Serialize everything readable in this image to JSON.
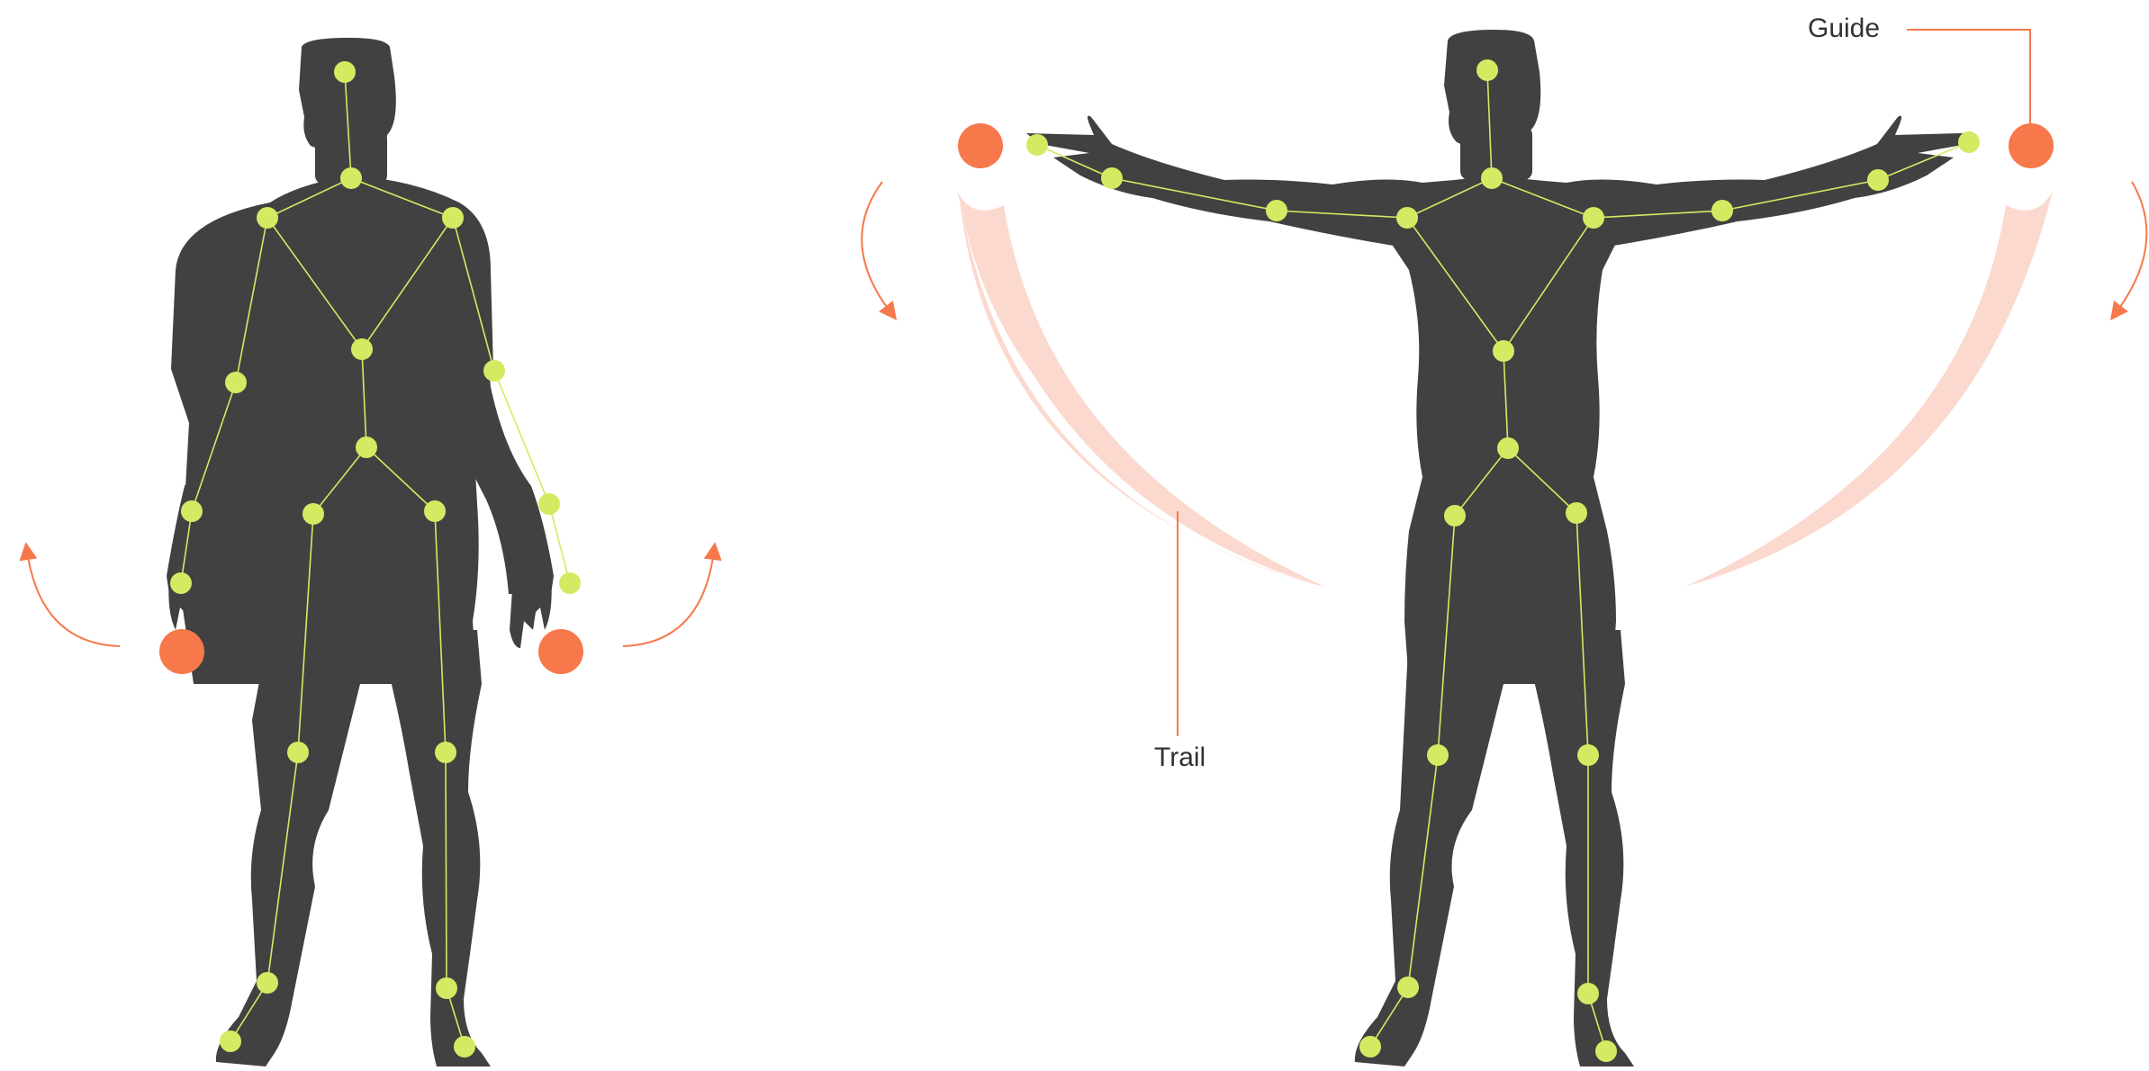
{
  "figure": {
    "labels": {
      "guide": "Guide",
      "trail": "Trail"
    },
    "colors": {
      "silhouette": "#414141",
      "joint": "#d4ea62",
      "bone": "#d4ea62",
      "accent": "#f7784a",
      "trail": "#fbd9cf",
      "text": "#333333"
    },
    "poses": [
      "arms-down",
      "arms-raised-t-pose"
    ],
    "motion_hints": [
      "curved-arrow-up-left",
      "curved-arrow-up-right",
      "curved-arrow-down-left",
      "curved-arrow-down-right"
    ]
  }
}
